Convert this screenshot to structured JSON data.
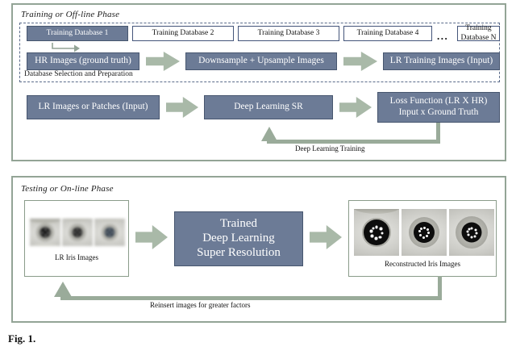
{
  "figure": {
    "panels": [
      {
        "id": "training",
        "label": "Training or Off-line Phase",
        "sub_label": "Database Selection and Preparation",
        "databases": [
          {
            "label": "Training Database 1",
            "state": "filled"
          },
          {
            "label": "Training Database 2",
            "state": "outline"
          },
          {
            "label": "Training Database 3",
            "state": "outline"
          },
          {
            "label": "Training Database 4",
            "state": "outline"
          },
          {
            "label": "Training Database N",
            "state": "outline"
          }
        ],
        "ellipsis": "...",
        "pipeline_row1": [
          {
            "label": "HR Images (ground truth)"
          },
          {
            "label": "Downsample + Upsample Images"
          },
          {
            "label": "LR Training Images (Input)"
          }
        ],
        "pipeline_row2": [
          {
            "label": "LR Images or Patches (Input)"
          },
          {
            "label": "Deep Learning SR"
          },
          {
            "label": "Loss Function (LR X HR)\nInput x Ground Truth"
          }
        ],
        "loss_line1": "Loss Function (LR X HR)",
        "loss_line2": "Input x Ground Truth",
        "feedback_caption": "Deep Learning Training"
      },
      {
        "id": "testing",
        "label": "Testing or On-line Phase",
        "input_caption": "LR Iris Images",
        "output_caption": "Reconstructed Iris Images",
        "sr_block_line1": "Trained",
        "sr_block_line2": "Deep Learning",
        "sr_block_line3": "Super Resolution",
        "feedback_caption": "Reinsert images for greater factors"
      }
    ],
    "colors": {
      "box_fill": "#6c7b96",
      "box_fill_border": "#47566f",
      "box_outline_border": "#44557a",
      "arrow_green": "#a9b9a8",
      "panel_border": "#93a496",
      "dashed_border": "#5a6b8a"
    },
    "caption": "Fig. 1.",
    "caption_rest": ""
  }
}
